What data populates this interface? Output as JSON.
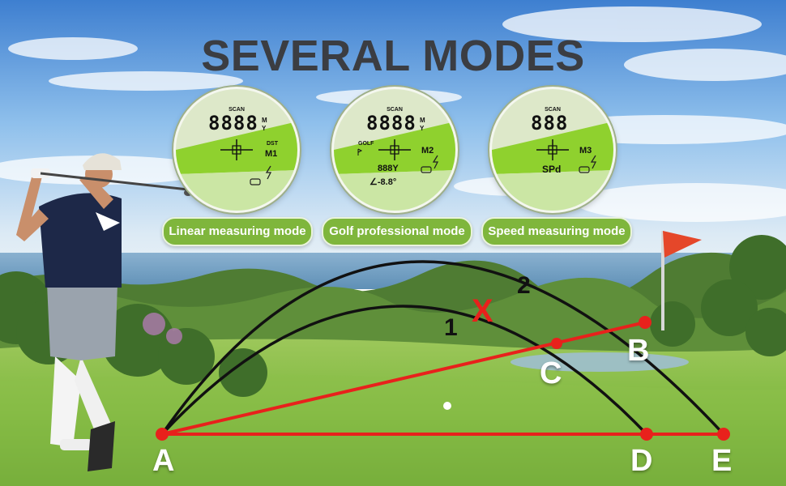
{
  "headline": "SEVERAL MODES",
  "modes": [
    {
      "label": "Linear measuring mode",
      "scan": "SCAN",
      "tag": "DST",
      "mode": "M1",
      "digits": "8888",
      "sub1": "",
      "sub2": "",
      "unit_m": "M",
      "unit_y": "Y",
      "badge": ""
    },
    {
      "label": "Golf professional mode",
      "scan": "SCAN",
      "tag": "GOLF",
      "mode": "M2",
      "digits": "8888",
      "sub1": "888Y",
      "sub2": "∠-8.8°",
      "unit_m": "M",
      "unit_y": "Y",
      "badge": ""
    },
    {
      "label": "Speed measuring mode",
      "scan": "SCAN",
      "tag": "",
      "mode": "M3",
      "digits": "888",
      "sub1": "SPd",
      "sub2": "",
      "unit_m": "",
      "unit_y": "",
      "badge": ""
    }
  ],
  "points": {
    "a": "A",
    "b": "B",
    "c": "C",
    "d": "D",
    "e": "E"
  },
  "trajectories": {
    "one": "1",
    "two": "2"
  },
  "miss_mark": "X",
  "colors": {
    "accent_green": "#7fb63c",
    "line_red": "#e8211c",
    "title_gray": "#3b3d42"
  }
}
